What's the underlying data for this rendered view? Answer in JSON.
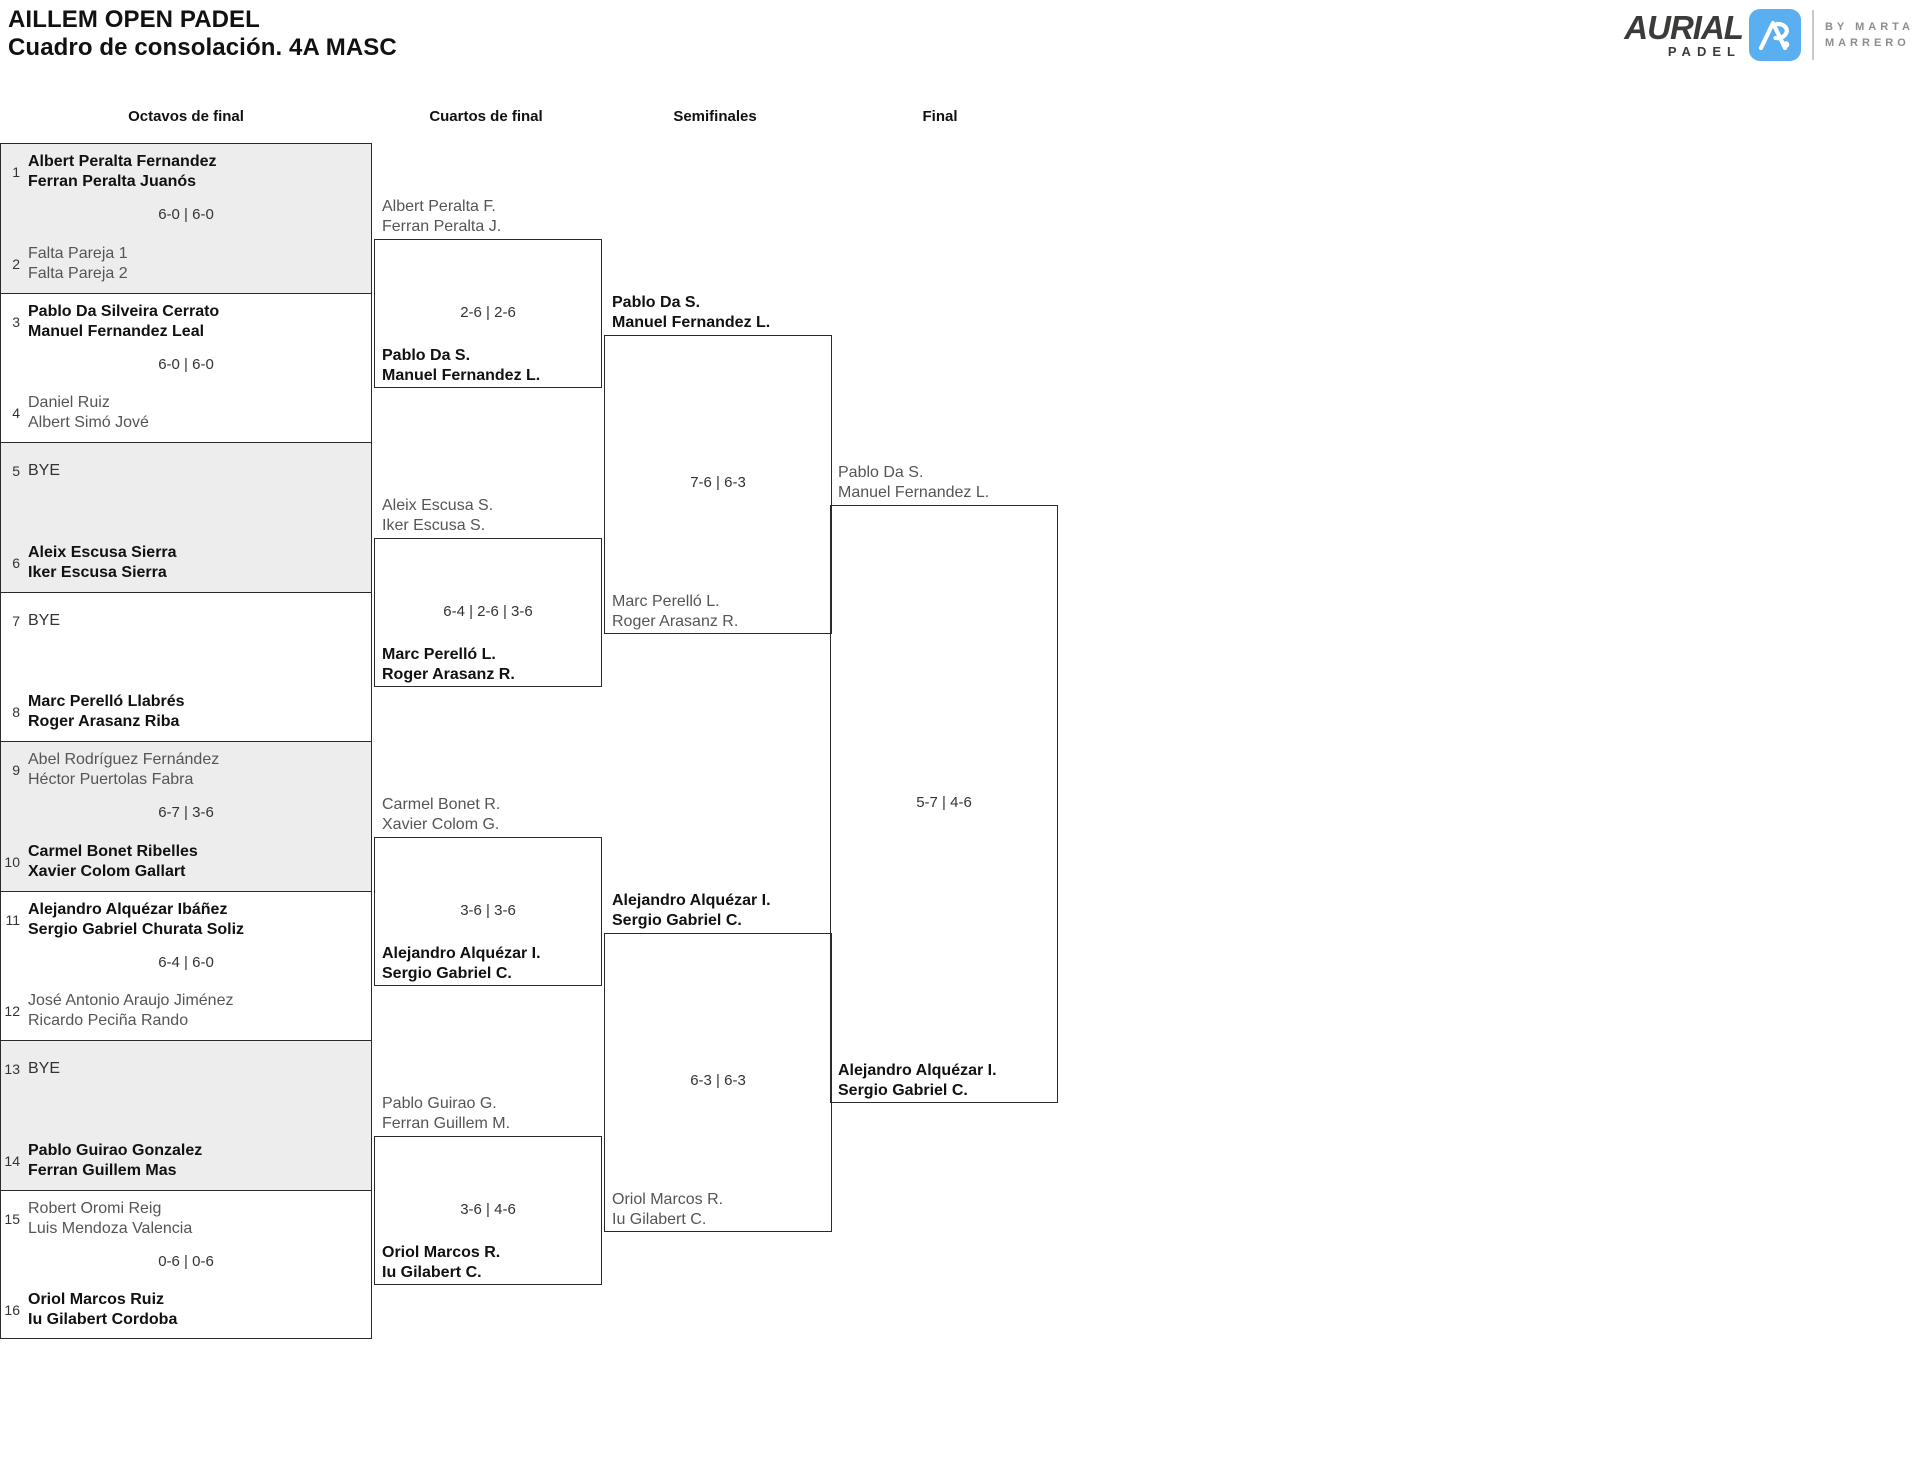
{
  "header": {
    "title_line1": "AILLEM OPEN PADEL",
    "title_line2": "Cuadro de consolación. 4A MASC"
  },
  "logo": {
    "brand": "AURIAL",
    "sub": "PADEL",
    "monogram": "AP",
    "by_line1": "BY MARTA",
    "by_line2": "MARRERO",
    "accent_color": "#5aaff0",
    "text_color": "#3b3b3a"
  },
  "rounds": [
    {
      "label": "Octavos de final"
    },
    {
      "label": "Cuartos de final"
    },
    {
      "label": "Semifinales"
    },
    {
      "label": "Final"
    }
  ],
  "round1": {
    "matches": [
      {
        "shaded": true,
        "score": "6-0 | 6-0",
        "top": {
          "seed": "1",
          "line1": "Albert Peralta Fernandez",
          "line2": "Ferran Peralta Juanós",
          "result": "win"
        },
        "bottom": {
          "seed": "2",
          "line1": "Falta Pareja 1",
          "line2": "Falta Pareja 2",
          "result": "lose"
        }
      },
      {
        "shaded": false,
        "score": "6-0 | 6-0",
        "top": {
          "seed": "3",
          "line1": "Pablo Da Silveira Cerrato",
          "line2": "Manuel Fernandez Leal",
          "result": "win"
        },
        "bottom": {
          "seed": "4",
          "line1": "Daniel Ruiz",
          "line2": "Albert Simó Jové",
          "result": "lose"
        }
      },
      {
        "shaded": true,
        "score": "",
        "top": {
          "seed": "5",
          "line1": "BYE",
          "line2": "",
          "result": "bye"
        },
        "bottom": {
          "seed": "6",
          "line1": "Aleix Escusa Sierra",
          "line2": "Iker Escusa Sierra",
          "result": "win"
        }
      },
      {
        "shaded": false,
        "score": "",
        "top": {
          "seed": "7",
          "line1": "BYE",
          "line2": "",
          "result": "bye"
        },
        "bottom": {
          "seed": "8",
          "line1": "Marc Perelló Llabrés",
          "line2": "Roger Arasanz Riba",
          "result": "win"
        }
      },
      {
        "shaded": true,
        "score": "6-7 | 3-6",
        "top": {
          "seed": "9",
          "line1": "Abel Rodríguez Fernández",
          "line2": "Héctor Puertolas Fabra",
          "result": "lose"
        },
        "bottom": {
          "seed": "10",
          "line1": "Carmel Bonet Ribelles",
          "line2": "Xavier Colom Gallart",
          "result": "win"
        }
      },
      {
        "shaded": false,
        "score": "6-4 | 6-0",
        "top": {
          "seed": "11",
          "line1": "Alejandro Alquézar Ibáñez",
          "line2": "Sergio Gabriel Churata Soliz",
          "result": "win"
        },
        "bottom": {
          "seed": "12",
          "line1": "José Antonio Araujo Jiménez",
          "line2": "Ricardo Peciña Rando",
          "result": "lose"
        }
      },
      {
        "shaded": true,
        "score": "",
        "top": {
          "seed": "13",
          "line1": "BYE",
          "line2": "",
          "result": "bye"
        },
        "bottom": {
          "seed": "14",
          "line1": "Pablo Guirao Gonzalez",
          "line2": "Ferran Guillem Mas",
          "result": "win"
        }
      },
      {
        "shaded": false,
        "score": "0-6 | 0-6",
        "top": {
          "seed": "15",
          "line1": "Robert Oromi Reig",
          "line2": "Luis Mendoza Valencia",
          "result": "lose"
        },
        "bottom": {
          "seed": "16",
          "line1": "Oriol Marcos Ruiz",
          "line2": "Iu Gilabert Cordoba",
          "result": "win"
        }
      }
    ]
  },
  "round2": {
    "matches": [
      {
        "score": "2-6 | 2-6",
        "top": {
          "line1": "Albert Peralta F.",
          "line2": "Ferran Peralta J.",
          "result": "lose"
        },
        "bottom": {
          "line1": "Pablo Da S.",
          "line2": "Manuel Fernandez L.",
          "result": "win"
        }
      },
      {
        "score": "6-4 | 2-6 | 3-6",
        "top": {
          "line1": "Aleix Escusa S.",
          "line2": "Iker Escusa S.",
          "result": "lose"
        },
        "bottom": {
          "line1": "Marc Perelló L.",
          "line2": "Roger Arasanz R.",
          "result": "win"
        }
      },
      {
        "score": "3-6 | 3-6",
        "top": {
          "line1": "Carmel Bonet R.",
          "line2": "Xavier Colom G.",
          "result": "lose"
        },
        "bottom": {
          "line1": "Alejandro Alquézar I.",
          "line2": "Sergio Gabriel C.",
          "result": "win"
        }
      },
      {
        "score": "3-6 | 4-6",
        "top": {
          "line1": "Pablo Guirao G.",
          "line2": "Ferran Guillem M.",
          "result": "lose"
        },
        "bottom": {
          "line1": "Oriol Marcos R.",
          "line2": "Iu Gilabert C.",
          "result": "win"
        }
      }
    ]
  },
  "round3": {
    "matches": [
      {
        "score": "7-6 | 6-3",
        "top": {
          "line1": "Pablo Da S.",
          "line2": "Manuel Fernandez L.",
          "result": "win"
        },
        "bottom": {
          "line1": "Marc Perelló L.",
          "line2": "Roger Arasanz R.",
          "result": "lose"
        }
      },
      {
        "score": "6-3 | 6-3",
        "top": {
          "line1": "Alejandro Alquézar I.",
          "line2": "Sergio Gabriel C.",
          "result": "win"
        },
        "bottom": {
          "line1": "Oriol Marcos R.",
          "line2": "Iu Gilabert C.",
          "result": "lose"
        }
      }
    ]
  },
  "round4": {
    "matches": [
      {
        "score": "5-7 | 4-6",
        "top": {
          "line1": "Pablo Da S.",
          "line2": "Manuel Fernandez L.",
          "result": "lose"
        },
        "bottom": {
          "line1": "Alejandro Alquézar I.",
          "line2": "Sergio Gabriel C.",
          "result": "win"
        }
      }
    ]
  }
}
